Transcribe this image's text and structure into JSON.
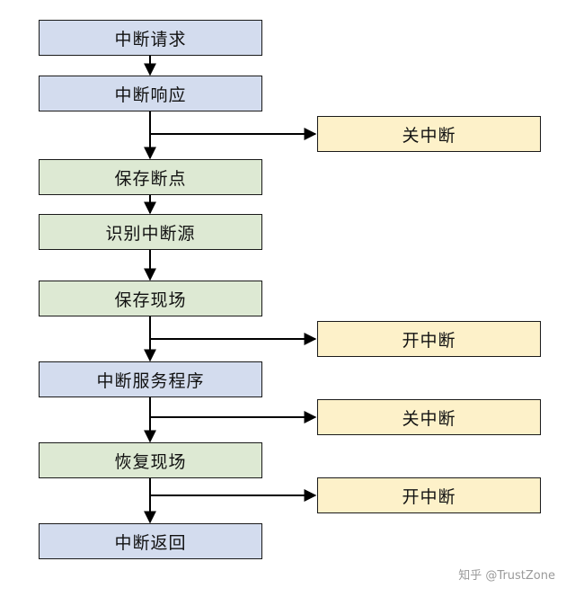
{
  "main_flow": [
    {
      "label": "中断请求"
    },
    {
      "label": "中断响应"
    },
    {
      "label": "保存断点"
    },
    {
      "label": "识别中断源"
    },
    {
      "label": "保存现场"
    },
    {
      "label": "中断服务程序"
    },
    {
      "label": "恢复现场"
    },
    {
      "label": "中断返回"
    }
  ],
  "side_actions": [
    {
      "label": "关中断"
    },
    {
      "label": "开中断"
    },
    {
      "label": "关中断"
    },
    {
      "label": "开中断"
    }
  ],
  "watermark": {
    "text": "知乎 @TrustZone"
  },
  "colors": {
    "blue_fill": "#d3dcee",
    "green_fill": "#dde9d3",
    "yellow_fill": "#fdf1c9",
    "line": "#000000"
  }
}
